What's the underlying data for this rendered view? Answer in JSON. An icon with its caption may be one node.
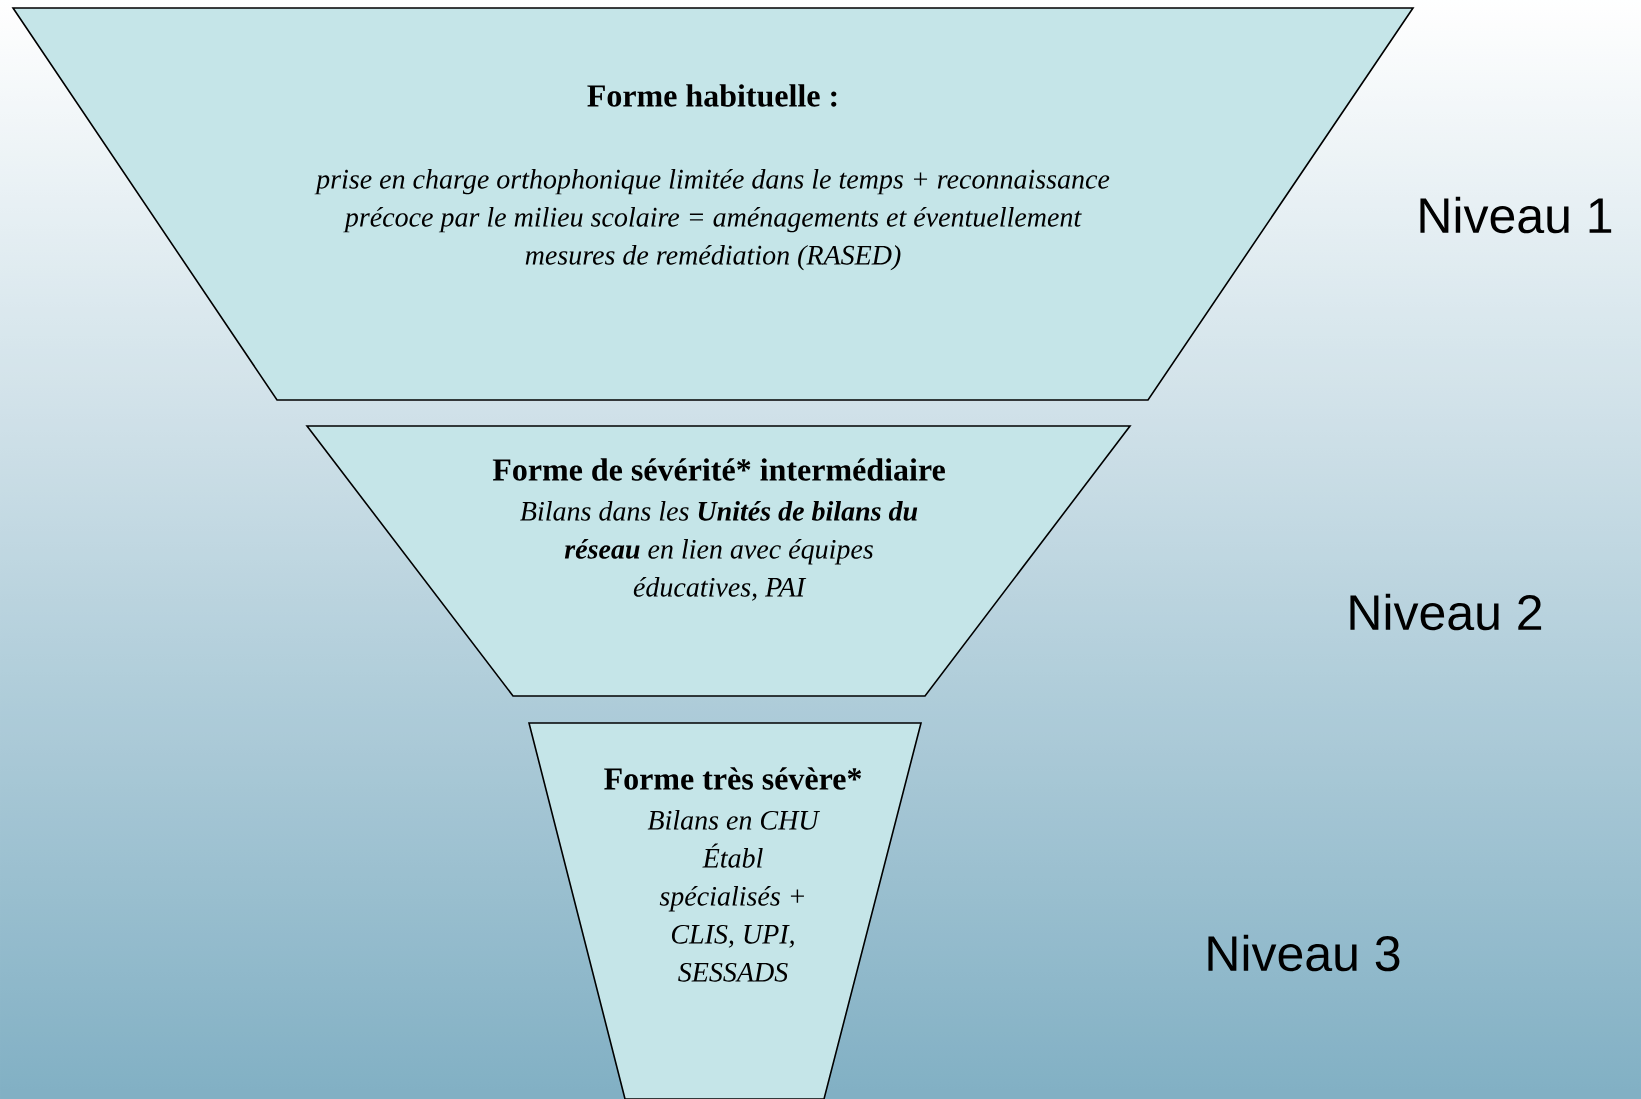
{
  "diagram": {
    "nodes": [
      {
        "text": [
          "Forme habituelle :",
          "prise en charge orthophonique limitée dans le temps + reconnaissance précoce par le milieu scolaire = aménagements et éventuellement mesures de remédiation (RASED)"
        ]
      },
      {
        "text": [
          "Forme de sévérité* intermédiaire",
          "Bilans dans les **Unités de bilans du réseau** en lien avec équipes éducatives, PAI"
        ]
      },
      {
        "text": [
          "Forme très sévère*",
          "Bilans en CHU Établ spécialisés + CLIS, UPI, SESSADS"
        ]
      }
    ],
    "labels": [
      "Niveau 1",
      "Niveau 2",
      "Niveau 3"
    ]
  }
}
